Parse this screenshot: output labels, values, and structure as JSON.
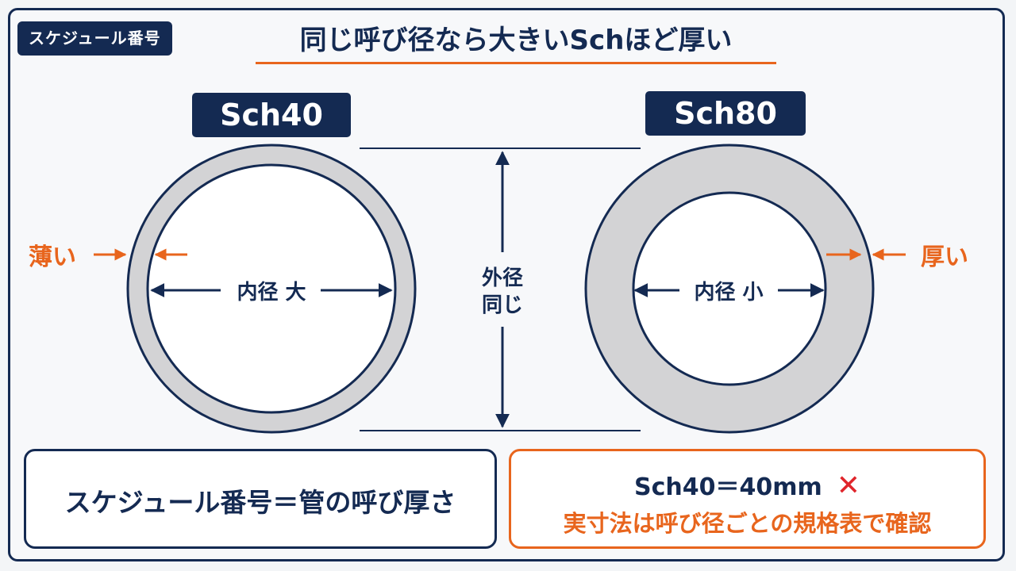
{
  "tag": "スケジュール番号",
  "heading": "同じ呼び径なら大きいSchほど厚い",
  "pipes": [
    {
      "label": "Sch40",
      "inner_label": "内径 大",
      "side_label": "薄い"
    },
    {
      "label": "Sch80",
      "inner_label": "内径 小",
      "side_label": "厚い"
    }
  ],
  "outer_diameter_label": [
    "外径",
    "同じ"
  ],
  "notes": {
    "left": "スケジュール番号＝管の呼び厚さ",
    "right_line1": "Sch40＝40mm",
    "right_cross": "✕",
    "right_line2": "実寸法は呼び径ごとの規格表で確認"
  },
  "colors": {
    "navy": "#142a52",
    "orange": "#e8651d",
    "ring_fill": "#d3d3d5",
    "cross_red": "#e0252b"
  }
}
